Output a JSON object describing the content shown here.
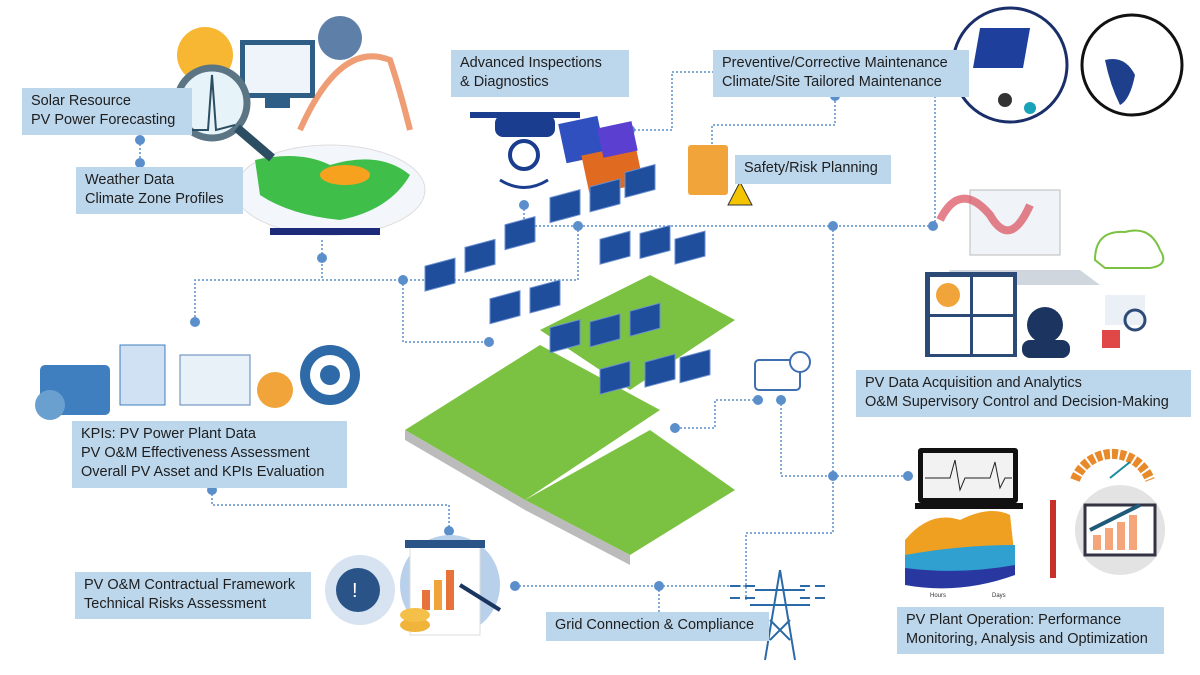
{
  "colors": {
    "box_fill": "#bcd6ec",
    "connector": "#5b8fcc",
    "panel": "#1f4e9c",
    "grass": "#7cc242"
  },
  "nodes": {
    "solar": {
      "line1": "Solar Resource",
      "line2": "PV Power Forecasting"
    },
    "weather": {
      "line1": "Weather Data",
      "line2": "Climate Zone Profiles"
    },
    "inspections": {
      "line1": "Advanced Inspections",
      "line2": "& Diagnostics"
    },
    "maintenance": {
      "line1": "Preventive/Corrective Maintenance",
      "line2": "Climate/Site Tailored Maintenance"
    },
    "safety": {
      "line1": "Safety/Risk Planning"
    },
    "kpis": {
      "line1": "KPIs: PV Power Plant Data",
      "line2": "PV O&M Effectiveness Assessment",
      "line3": "Overall PV Asset and KPIs Evaluation"
    },
    "contract": {
      "line1": "PV O&M Contractual Framework",
      "line2": "Technical Risks Assessment"
    },
    "grid": {
      "line1": "Grid Connection & Compliance"
    },
    "data": {
      "line1": "PV Data Acquisition and Analytics",
      "line2": "O&M Supervisory Control and Decision-Making"
    },
    "operation": {
      "line1": "PV Plant Operation: Performance",
      "line2": "Monitoring, Analysis and Optimization"
    }
  },
  "chart_labels": {
    "xlabel": "Hours",
    "ylabel": "Days"
  },
  "icons": [
    "sun-icon",
    "weather-monitor-icon",
    "satellite-globe-icon",
    "magnifier-icon",
    "world-climate-map-icon",
    "drone-icon",
    "thermal-image-icon",
    "solar-panel-wrench-icon",
    "globe-icon",
    "safety-checklist-icon",
    "analytics-laptop-icon",
    "dashboard-icon",
    "cloud-network-icon",
    "operator-icon",
    "search-error-icon",
    "kpi-tools-icon",
    "target-icon",
    "contract-clipboard-icon",
    "gauge-icon",
    "coins-icon",
    "power-tower-icon",
    "inverter-icon",
    "laptop-ecg-icon",
    "3d-surface-plot-icon",
    "performance-monitor-icon",
    "speedometer-icon",
    "solar-farm-icon"
  ]
}
